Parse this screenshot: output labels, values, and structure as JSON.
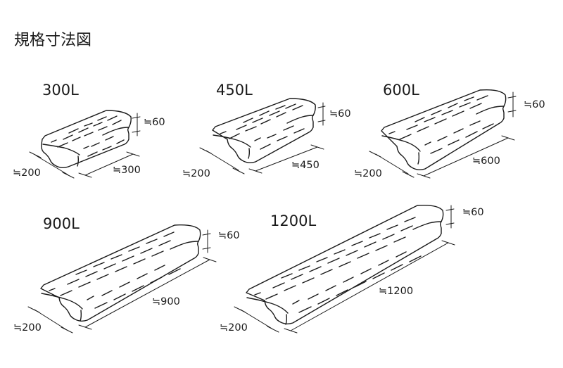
{
  "title": "規格寸法図",
  "ink_color": "#1a1a1a",
  "blocks": [
    {
      "model": "300L",
      "width": "≒200",
      "length": "≒300",
      "height": "≒60"
    },
    {
      "model": "450L",
      "width": "≒200",
      "length": "≒450",
      "height": "≒60"
    },
    {
      "model": "600L",
      "width": "≒200",
      "length": "≒600",
      "height": "≒60"
    },
    {
      "model": "900L",
      "width": "≒200",
      "length": "≒900",
      "height": "≒60"
    },
    {
      "model": "1200L",
      "width": "≒200",
      "length": "≒1200",
      "height": "≒60"
    }
  ]
}
